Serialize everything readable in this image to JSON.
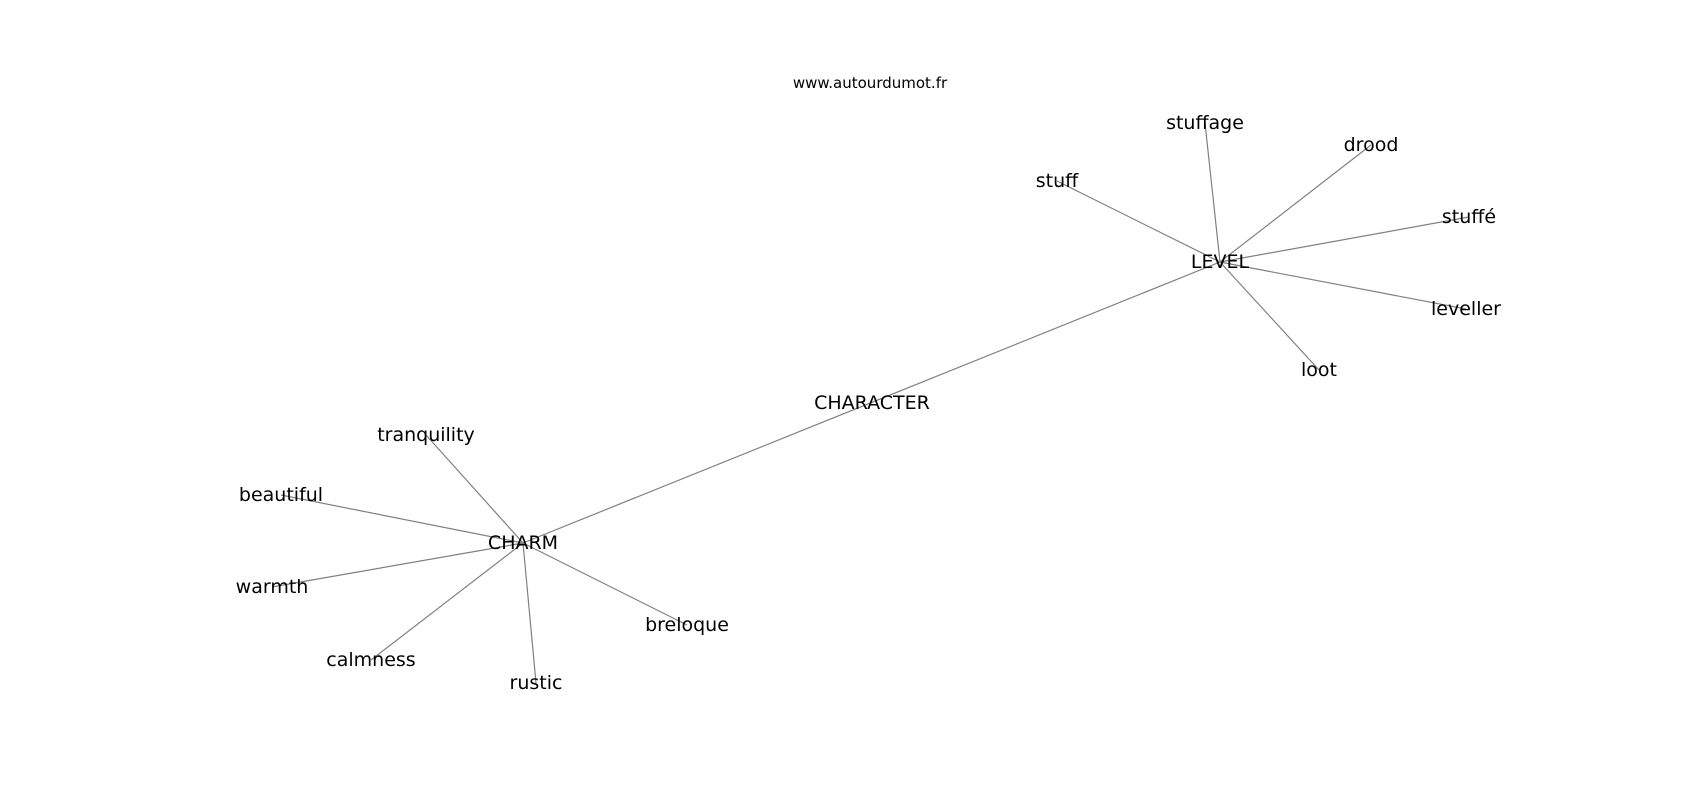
{
  "watermark": "www.autourdumot.fr",
  "colors": {
    "edge": "#808080",
    "text": "#000000",
    "background": "#ffffff"
  },
  "graph": {
    "nodes": [
      {
        "id": "character",
        "label": "CHARACTER"
      },
      {
        "id": "level",
        "label": "LEVEL"
      },
      {
        "id": "charm",
        "label": "CHARM"
      },
      {
        "id": "stuffage",
        "label": "stuffage"
      },
      {
        "id": "drood",
        "label": "drood"
      },
      {
        "id": "stuff",
        "label": "stuff"
      },
      {
        "id": "stuffe",
        "label": "stuffé"
      },
      {
        "id": "leveller",
        "label": "leveller"
      },
      {
        "id": "loot",
        "label": "loot"
      },
      {
        "id": "tranquility",
        "label": "tranquility"
      },
      {
        "id": "beautiful",
        "label": "beautiful"
      },
      {
        "id": "warmth",
        "label": "warmth"
      },
      {
        "id": "calmness",
        "label": "calmness"
      },
      {
        "id": "rustic",
        "label": "rustic"
      },
      {
        "id": "breloque",
        "label": "breloque"
      }
    ],
    "edges": [
      [
        "level",
        "charm"
      ],
      [
        "level",
        "stuffage"
      ],
      [
        "level",
        "drood"
      ],
      [
        "level",
        "stuff"
      ],
      [
        "level",
        "stuffe"
      ],
      [
        "level",
        "leveller"
      ],
      [
        "level",
        "loot"
      ],
      [
        "charm",
        "tranquility"
      ],
      [
        "charm",
        "beautiful"
      ],
      [
        "charm",
        "warmth"
      ],
      [
        "charm",
        "calmness"
      ],
      [
        "charm",
        "rustic"
      ],
      [
        "charm",
        "breloque"
      ]
    ]
  }
}
